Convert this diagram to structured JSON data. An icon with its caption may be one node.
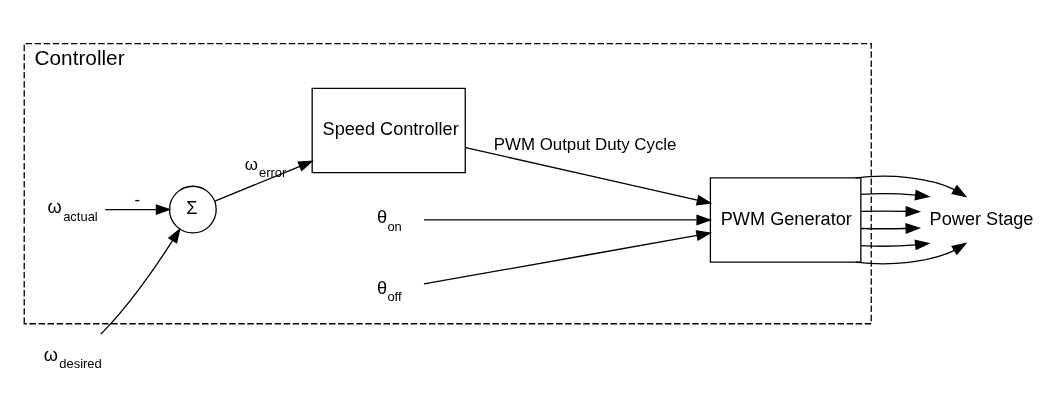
{
  "diagram": {
    "nodes": [
      {
        "text": [
          "Controller"
        ]
      },
      {
        "text": [
          "Σ"
        ],
        "in": 0
      },
      {
        "text": [
          "Speed Controller"
        ],
        "in": 0
      },
      {
        "text": [
          "PWM Generator"
        ],
        "in": 0
      },
      {
        "text": [
          "Power Stage"
        ]
      },
      {
        "text": [
          "ω$_{desired}$"
        ]
      },
      {
        "text": [
          "ω$_{actual}$"
        ],
        "in": 0
      },
      {
        "text": [
          "θ$_{on}$"
        ],
        "in": 0
      },
      {
        "text": [
          "θ$_{off}$"
        ],
        "in": 0
      }
    ],
    "edges": [
      {
        "from": 5,
        "to": 1,
        "arrow": "to"
      },
      {
        "from": 6,
        "to": 1,
        "arrow": "to",
        "label": "-"
      },
      {
        "from": 1,
        "to": 2,
        "arrow": "to",
        "label": "ω$_{error}$"
      },
      {
        "from": 2,
        "to": 3,
        "arrow": "to",
        "label": "PWM Output Duty Cycle"
      },
      {
        "from": 3,
        "to": 4,
        "arrow": "to"
      },
      {
        "from": 3,
        "to": 4,
        "arrow": "to"
      },
      {
        "from": 3,
        "to": 4,
        "arrow": "to"
      },
      {
        "from": 3,
        "to": 4,
        "arrow": "to"
      },
      {
        "from": 3,
        "to": 4,
        "arrow": "to"
      },
      {
        "from": 3,
        "to": 4,
        "arrow": "to"
      },
      {
        "from": 7,
        "to": 3,
        "arrow": "to"
      },
      {
        "from": 8,
        "to": 3,
        "arrow": "to"
      }
    ]
  }
}
